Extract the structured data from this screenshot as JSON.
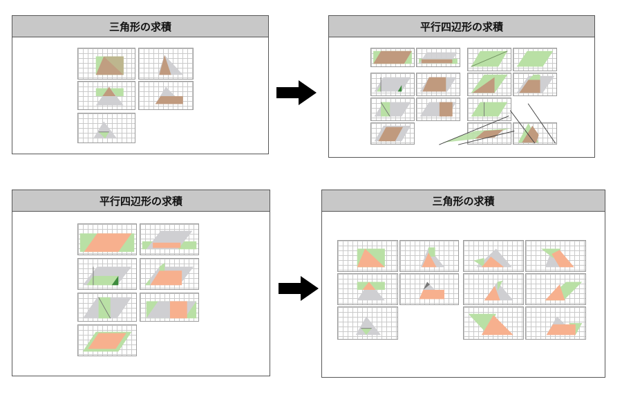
{
  "panels": {
    "top_left": {
      "title": "三角形の求積"
    },
    "top_right": {
      "title": "平行四辺形の求積"
    },
    "bottom_left": {
      "title": "平行四辺形の求積"
    },
    "bottom_right": {
      "title": "三角形の求積"
    }
  },
  "colors": {
    "green": "#b9e0a5",
    "brown": "#c09a7e",
    "gray": "#cfcfd2",
    "orange": "#f7b08e",
    "dark_green": "#3d8b3d",
    "arrow": "#000000"
  },
  "icons": {
    "arrow": "right-arrow-icon"
  }
}
